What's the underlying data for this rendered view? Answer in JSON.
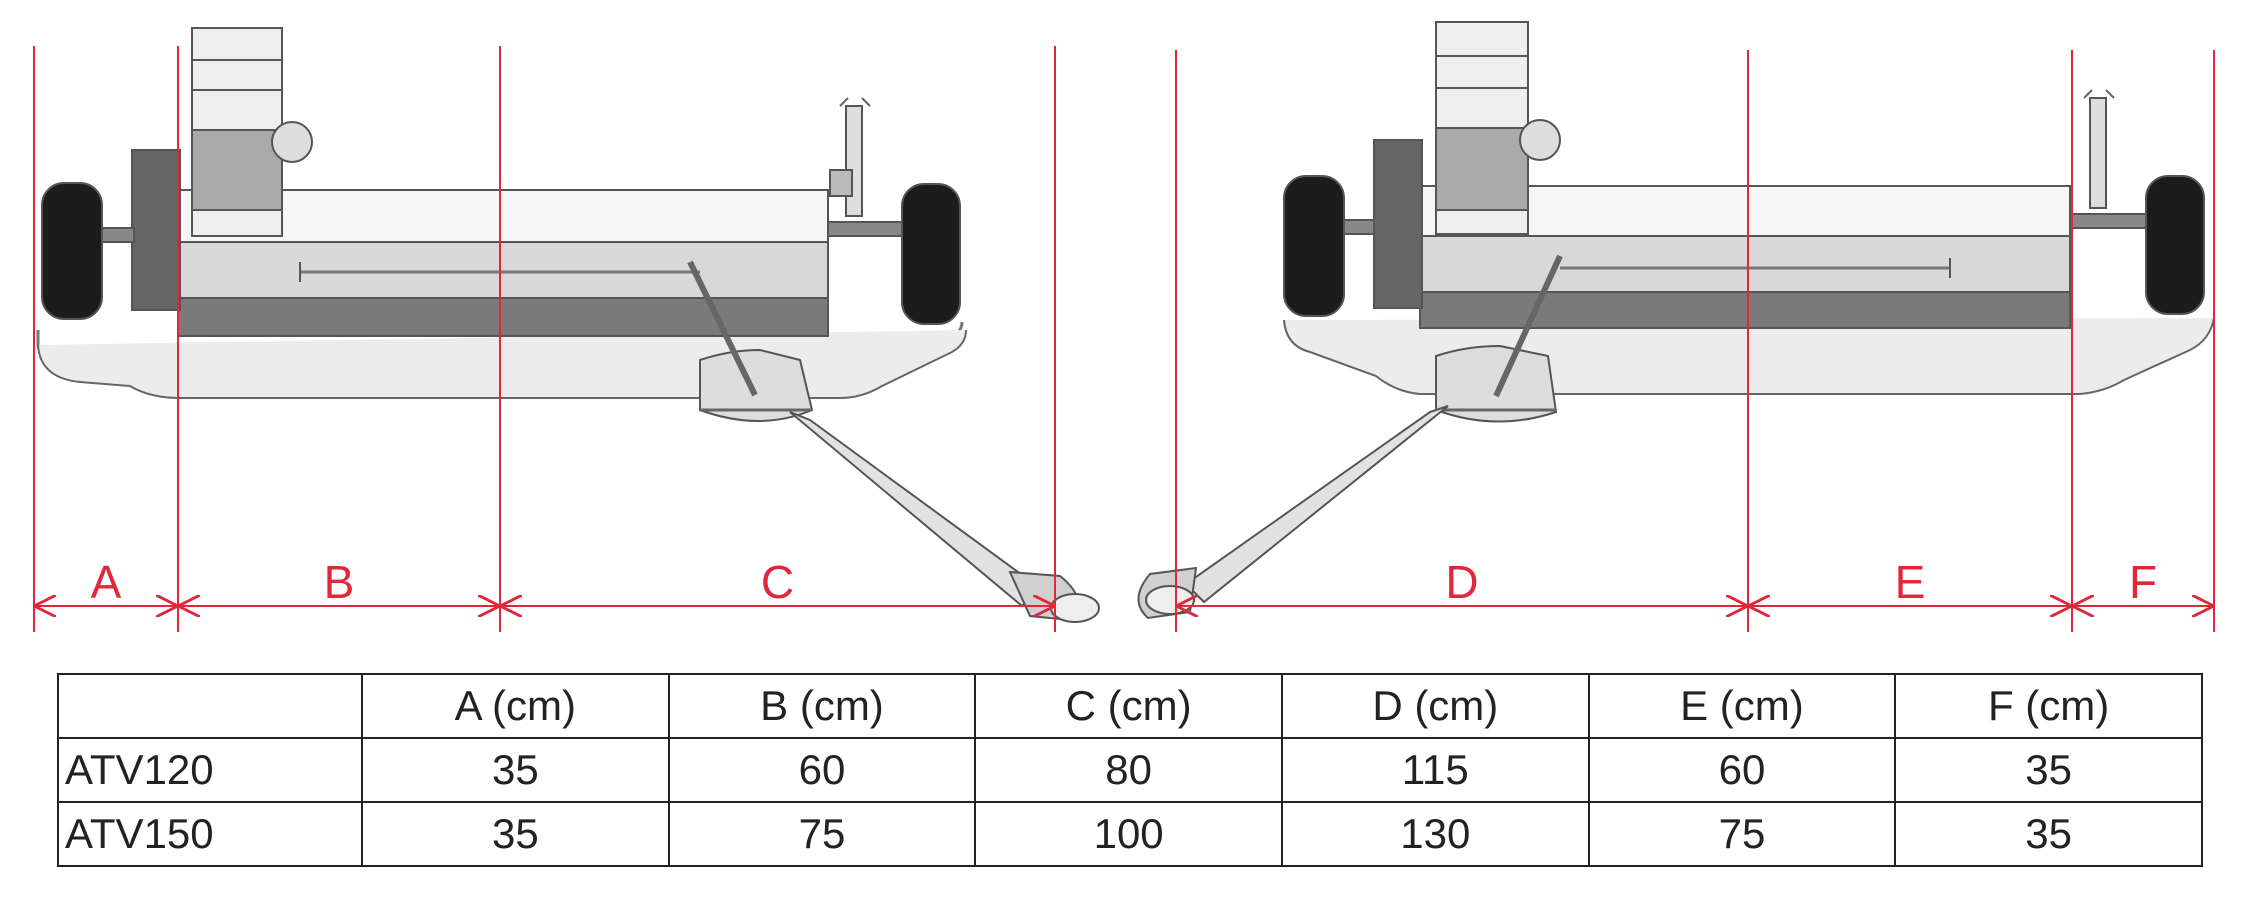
{
  "dimensions": {
    "letters": [
      "A",
      "B",
      "C",
      "D",
      "E",
      "F"
    ],
    "colors": {
      "dimension_line": "#e0283a",
      "machine_outline": "#444444",
      "machine_body": "#dcdcdc",
      "machine_dark": "#777777"
    }
  },
  "table": {
    "headers": [
      "",
      "A (cm)",
      "B (cm)",
      "C (cm)",
      "D (cm)",
      "E (cm)",
      "F (cm)"
    ],
    "rows": [
      {
        "model": "ATV120",
        "values": [
          "35",
          "60",
          "80",
          "115",
          "60",
          "35"
        ]
      },
      {
        "model": "ATV150",
        "values": [
          "35",
          "75",
          "100",
          "130",
          "75",
          "35"
        ]
      }
    ]
  }
}
